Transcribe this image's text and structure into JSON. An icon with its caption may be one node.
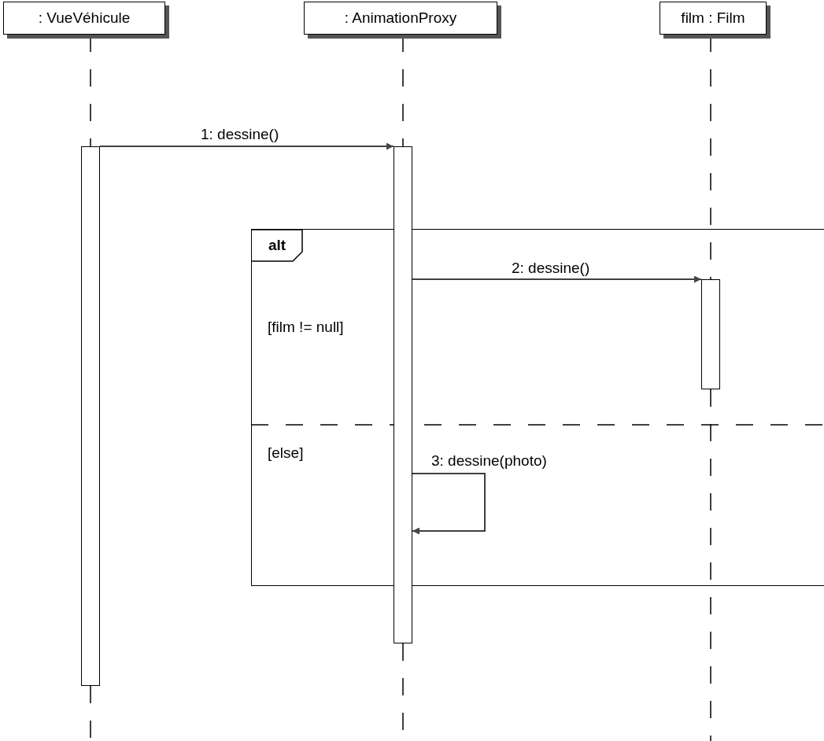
{
  "diagram": {
    "nodes": [
      {
        "text": [
          ": VueVéhicule"
        ]
      },
      {
        "text": [
          ": AnimationProxy"
        ]
      },
      {
        "text": [
          "film : Film"
        ]
      },
      {
        "text": [],
        "shape": "bar"
      },
      {
        "text": [],
        "shape": "bar"
      },
      {
        "text": [
          "alt"
        ]
      },
      {
        "text": [],
        "shape": "bar",
        "in": 5
      }
    ],
    "edges": [
      {
        "from": 0,
        "to": 3,
        "arrow": "none",
        "style": "dashed"
      },
      {
        "from": 1,
        "to": 4,
        "arrow": "none",
        "style": "dashed"
      },
      {
        "from": 2,
        "to": 6,
        "arrow": "none",
        "style": "dashed"
      },
      {
        "from": 3,
        "to": 4,
        "arrow": "to",
        "label": "1: dessine()"
      },
      {
        "from": 4,
        "to": 6,
        "arrow": "to",
        "label": "2: dessine()"
      },
      {
        "from": 4,
        "to": 4,
        "arrow": "to",
        "label": "3: dessine(photo)"
      }
    ],
    "labels": [
      "[film != null]",
      "[else]"
    ]
  }
}
